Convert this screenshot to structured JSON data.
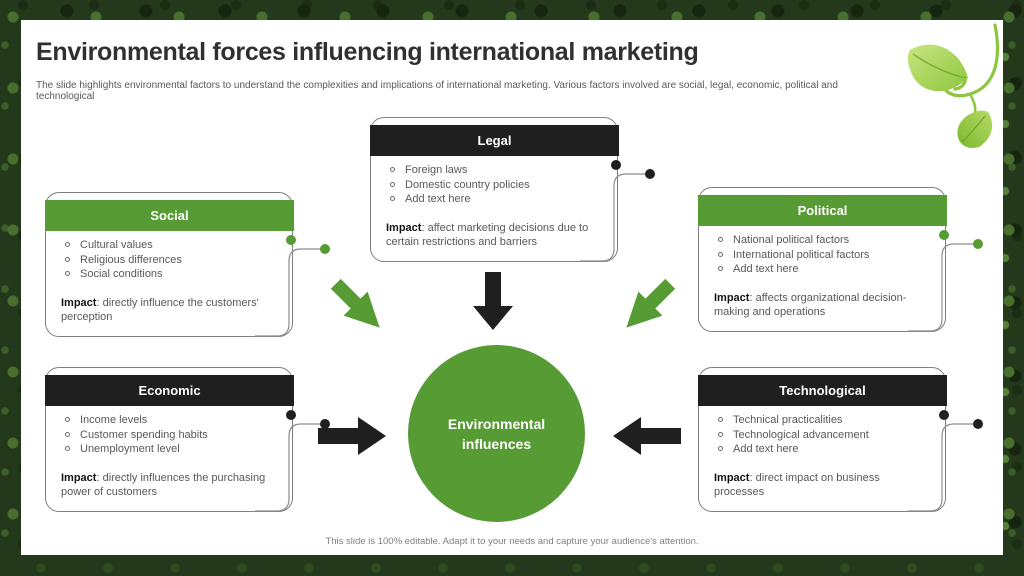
{
  "slide": {
    "title": "Environmental forces influencing international marketing",
    "subtitle": "The slide highlights environmental factors to understand the complexities and implications of international marketing. Various factors involved are social, legal, economic, political and technological",
    "footer": "This slide is 100% editable. Adapt it to your needs and capture your audience's attention."
  },
  "center": {
    "line1": "Environmental",
    "line2": "influences"
  },
  "colors": {
    "accent_green": "#569b33",
    "accent_dark": "#1f1f1f",
    "body_text": "#595959",
    "leaf_green": "#8dc63f",
    "card_border": "#7f7f7f"
  },
  "boxes": [
    {
      "id": "social",
      "title": "Social",
      "theme": "green",
      "bullets": [
        "Cultural values",
        "Religious differences",
        "Social conditions"
      ],
      "impact_label": "Impact",
      "impact_text": ": directly influence the customers' perception"
    },
    {
      "id": "legal",
      "title": "Legal",
      "theme": "dark",
      "bullets": [
        "Foreign laws",
        "Domestic country policies",
        "Add text here"
      ],
      "impact_label": "Impact",
      "impact_text": ": affect marketing decisions due to certain restrictions and barriers"
    },
    {
      "id": "political",
      "title": "Political",
      "theme": "green",
      "bullets": [
        "National political factors",
        "International political factors",
        "Add text here"
      ],
      "impact_label": "Impact",
      "impact_text": ": affects organizational decision-making and operations"
    },
    {
      "id": "economic",
      "title": "Economic",
      "theme": "dark",
      "bullets": [
        "Income levels",
        "Customer spending habits",
        "Unemployment level"
      ],
      "impact_label": "Impact",
      "impact_text": ": directly influences the purchasing power of customers"
    },
    {
      "id": "technological",
      "title": "Technological",
      "theme": "dark",
      "bullets": [
        "Technical practicalities",
        "Technological advancement",
        "Add text here"
      ],
      "impact_label": "Impact",
      "impact_text": ": direct impact on business processes"
    }
  ]
}
